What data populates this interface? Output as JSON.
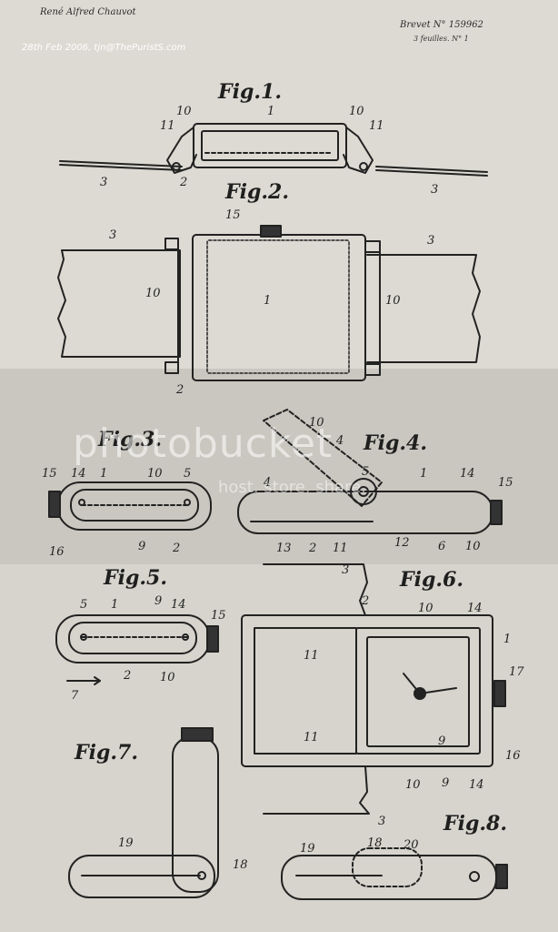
{
  "header": {
    "inventor": "René Alfred Chauvot",
    "brevet": "Brevet N° 159962",
    "sheet": "3 feuilles. N° 1",
    "stamp": "28th Feb 2006, tjn@ThePuristS.com"
  },
  "figures": {
    "fig1": "Fig.1.",
    "fig2": "Fig.2.",
    "fig3": "Fig.3.",
    "fig4": "Fig.4.",
    "fig5": "Fig.5.",
    "fig6": "Fig.6.",
    "fig7": "Fig.7.",
    "fig8": "Fig.8."
  },
  "watermark": {
    "logo": "photobucket",
    "tagline": "host. store. share."
  },
  "refs": {
    "n1": "1",
    "n2": "2",
    "n3": "3",
    "n4": "4",
    "n5": "5",
    "n6": "6",
    "n7": "7",
    "n9": "9",
    "n10": "10",
    "n11": "11",
    "n12": "12",
    "n13": "13",
    "n14": "14",
    "n15": "15",
    "n16": "16",
    "n17": "17",
    "n18": "18",
    "n19": "19",
    "n20": "20"
  },
  "colors": {
    "paper": "#d9d7cf",
    "ink": "#222222"
  }
}
